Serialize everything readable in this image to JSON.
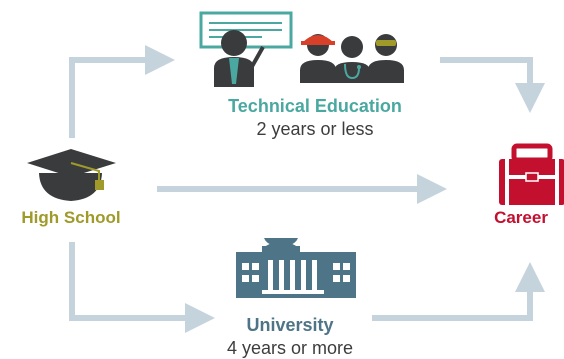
{
  "colors": {
    "arrow": "#c5d3dd",
    "high_school": "#9f9a2a",
    "technical": "#4aa8a1",
    "university": "#4e7488",
    "career": "#c3102f",
    "dark_figure": "#3a3b3d",
    "hard_hat": "#d8402a"
  },
  "icons": {
    "high_school": "graduation-cap-icon",
    "technical": "professionals-group-icon",
    "university": "university-building-icon",
    "career": "briefcase-icon"
  },
  "nodes": {
    "high_school": {
      "label": "High School"
    },
    "technical": {
      "title": "Technical Education",
      "subtitle": "2 years or less"
    },
    "university": {
      "title": "University",
      "subtitle": "4 years or more"
    },
    "career": {
      "label": "Career"
    }
  }
}
